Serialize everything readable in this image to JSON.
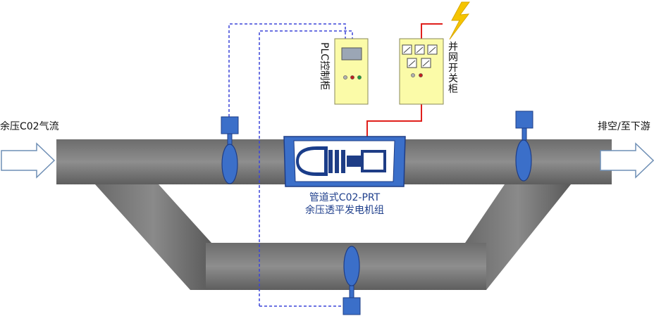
{
  "labels": {
    "inlet": "余压C02气流",
    "outlet": "排空/至下游",
    "plc_cabinet": "PLC控制柜",
    "grid_cabinet": "并网开关柜",
    "generator_line1": "管道式C02-PRT",
    "generator_line2": "余压透平发电机组"
  },
  "colors": {
    "pipe": "#7a7a7a",
    "valve": "#3b6fc9",
    "cabinet": "#fbfba8",
    "power_line": "#e0201c",
    "signal_line": "#3b45d9",
    "lightning": "#f5c400"
  }
}
